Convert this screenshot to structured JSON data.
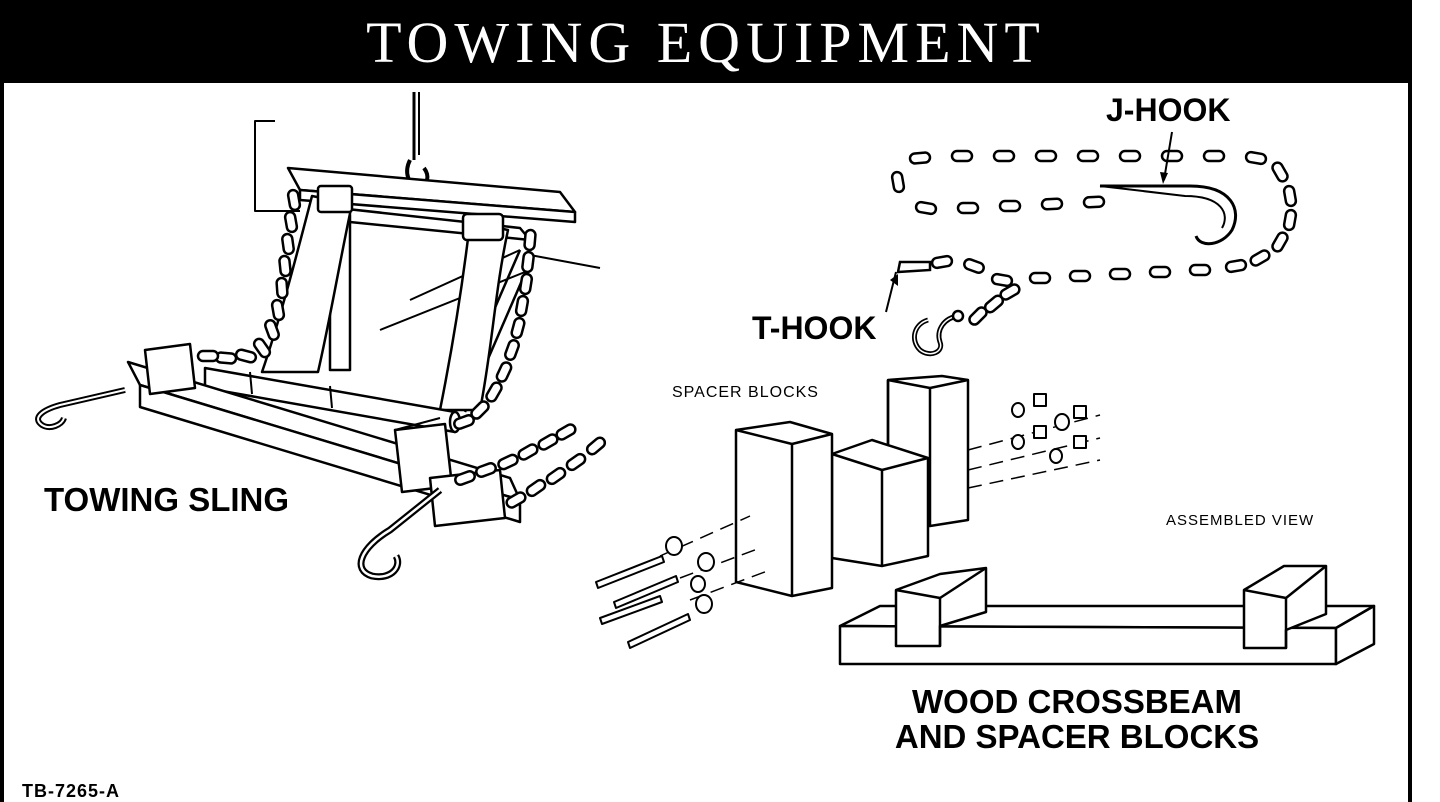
{
  "header": {
    "title": "TOWING EQUIPMENT"
  },
  "labels": {
    "towing_sling": "TOWING SLING",
    "j_hook": "J-HOOK",
    "t_hook": "T-HOOK",
    "spacer_blocks": "SPACER BLOCKS",
    "assembled_view": "ASSEMBLED VIEW",
    "wood_crossbeam": "WOOD CROSSBEAM AND SPACER BLOCKS",
    "figure_id": "TB-7265-A"
  },
  "colors": {
    "ink": "#000000",
    "paper": "#ffffff"
  }
}
